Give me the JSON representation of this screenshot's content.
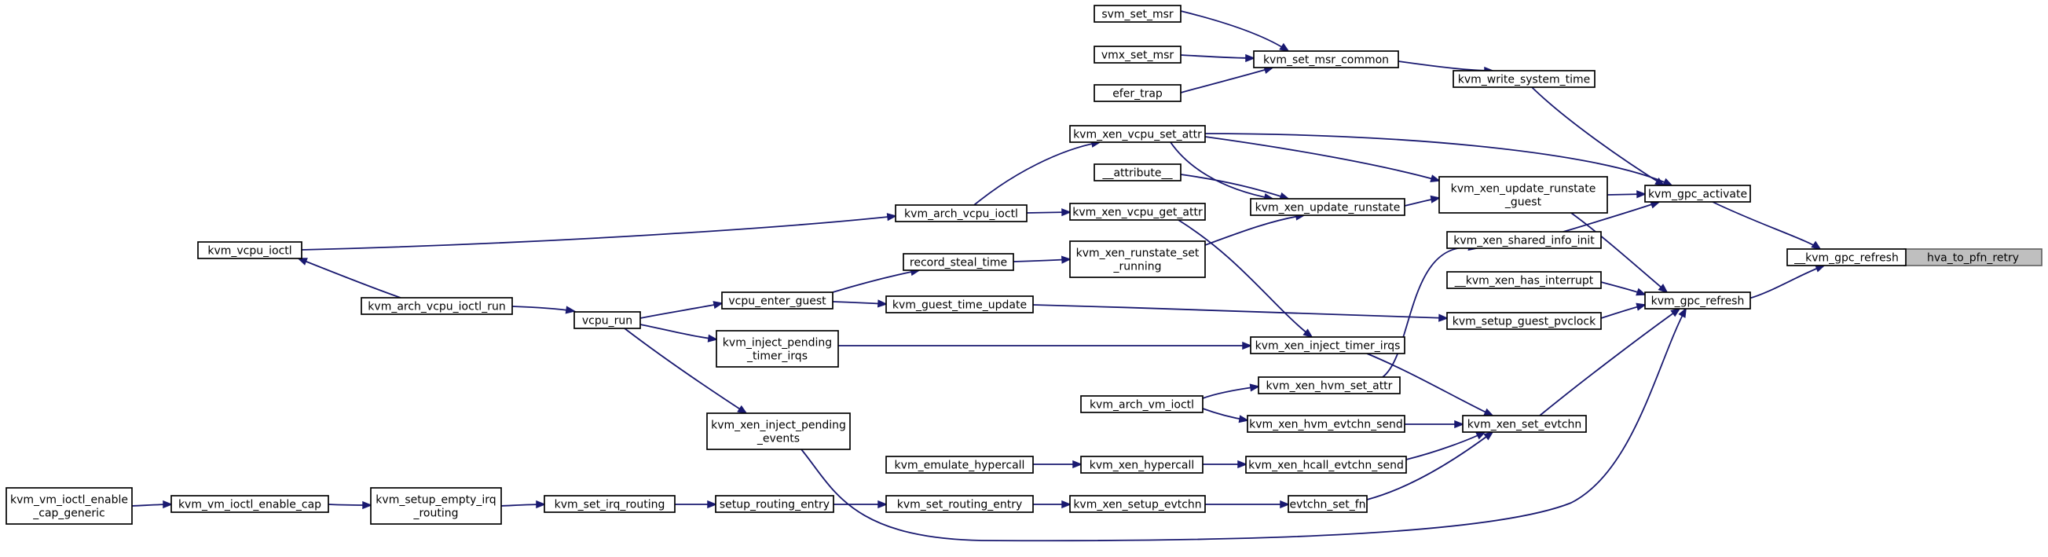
{
  "graph": {
    "colors": {
      "edge": "#191970",
      "root_fill": "#bfbfbf",
      "node_fill": "#ffffff",
      "root_border": "#666666"
    },
    "nodes": [
      {
        "id": "hva",
        "label": [
          "hva_to_pfn_retry"
        ]
      },
      {
        "id": "kgr",
        "label": [
          "__kvm_gpc_refresh"
        ]
      },
      {
        "id": "gpa",
        "label": [
          "kvm_gpc_activate"
        ]
      },
      {
        "id": "gpr",
        "label": [
          "kvm_gpc_refresh"
        ]
      },
      {
        "id": "wst",
        "label": [
          "kvm_write_system_time"
        ]
      },
      {
        "id": "xuqg",
        "label": [
          "kvm_xen_update_runstate",
          "_guest"
        ]
      },
      {
        "id": "xsii",
        "label": [
          "kvm_xen_shared_info_init"
        ]
      },
      {
        "id": "xhi",
        "label": [
          "__kvm_xen_has_interrupt"
        ]
      },
      {
        "id": "sgp",
        "label": [
          "kvm_setup_guest_pvclock"
        ]
      },
      {
        "id": "xse",
        "label": [
          "kvm_xen_set_evtchn"
        ]
      },
      {
        "id": "smc",
        "label": [
          "kvm_set_msr_common"
        ]
      },
      {
        "id": "svm",
        "label": [
          "svm_set_msr"
        ]
      },
      {
        "id": "vmx",
        "label": [
          "vmx_set_msr"
        ]
      },
      {
        "id": "efer",
        "label": [
          "efer_trap"
        ]
      },
      {
        "id": "xvsa",
        "label": [
          "kvm_xen_vcpu_set_attr"
        ]
      },
      {
        "id": "aviol",
        "label": [
          "kvm_arch_vcpu_ioctl"
        ]
      },
      {
        "id": "vioctl",
        "label": [
          "kvm_vcpu_ioctl"
        ]
      },
      {
        "id": "xur",
        "label": [
          "kvm_xen_update_runstate"
        ]
      },
      {
        "id": "attr",
        "label": [
          "__attribute__"
        ]
      },
      {
        "id": "xvga",
        "label": [
          "kvm_xen_vcpu_get_attr"
        ]
      },
      {
        "id": "xrsr",
        "label": [
          "kvm_xen_runstate_set",
          "_running"
        ]
      },
      {
        "id": "rst",
        "label": [
          "record_steal_time"
        ]
      },
      {
        "id": "veg",
        "label": [
          "vcpu_enter_guest"
        ]
      },
      {
        "id": "vrun",
        "label": [
          "vcpu_run"
        ]
      },
      {
        "id": "avir",
        "label": [
          "kvm_arch_vcpu_ioctl_run"
        ]
      },
      {
        "id": "gtu",
        "label": [
          "kvm_guest_time_update"
        ]
      },
      {
        "id": "iptm",
        "label": [
          "kvm_inject_pending",
          "_timer_irqs"
        ]
      },
      {
        "id": "xiti",
        "label": [
          "kvm_xen_inject_timer_irqs"
        ]
      },
      {
        "id": "xipe",
        "label": [
          "kvm_xen_inject_pending",
          "_events"
        ]
      },
      {
        "id": "xhsa",
        "label": [
          "kvm_xen_hvm_set_attr"
        ]
      },
      {
        "id": "avm",
        "label": [
          "kvm_arch_vm_ioctl"
        ]
      },
      {
        "id": "xhes",
        "label": [
          "kvm_xen_hvm_evtchn_send"
        ]
      },
      {
        "id": "xhces",
        "label": [
          "kvm_xen_hcall_evtchn_send"
        ]
      },
      {
        "id": "xhc",
        "label": [
          "kvm_xen_hypercall"
        ]
      },
      {
        "id": "ehc",
        "label": [
          "kvm_emulate_hypercall"
        ]
      },
      {
        "id": "esf",
        "label": [
          "evtchn_set_fn"
        ]
      },
      {
        "id": "xsev",
        "label": [
          "kvm_xen_setup_evtchn"
        ]
      },
      {
        "id": "sre",
        "label": [
          "kvm_set_routing_entry"
        ]
      },
      {
        "id": "setre",
        "label": [
          "setup_routing_entry"
        ]
      },
      {
        "id": "sir",
        "label": [
          "kvm_set_irq_routing"
        ]
      },
      {
        "id": "seir",
        "label": [
          "kvm_setup_empty_irq",
          "_routing"
        ]
      },
      {
        "id": "vmiec",
        "label": [
          "kvm_vm_ioctl_enable_cap"
        ]
      },
      {
        "id": "vmiecg",
        "label": [
          "kvm_vm_ioctl_enable",
          "_cap_generic"
        ]
      }
    ]
  }
}
